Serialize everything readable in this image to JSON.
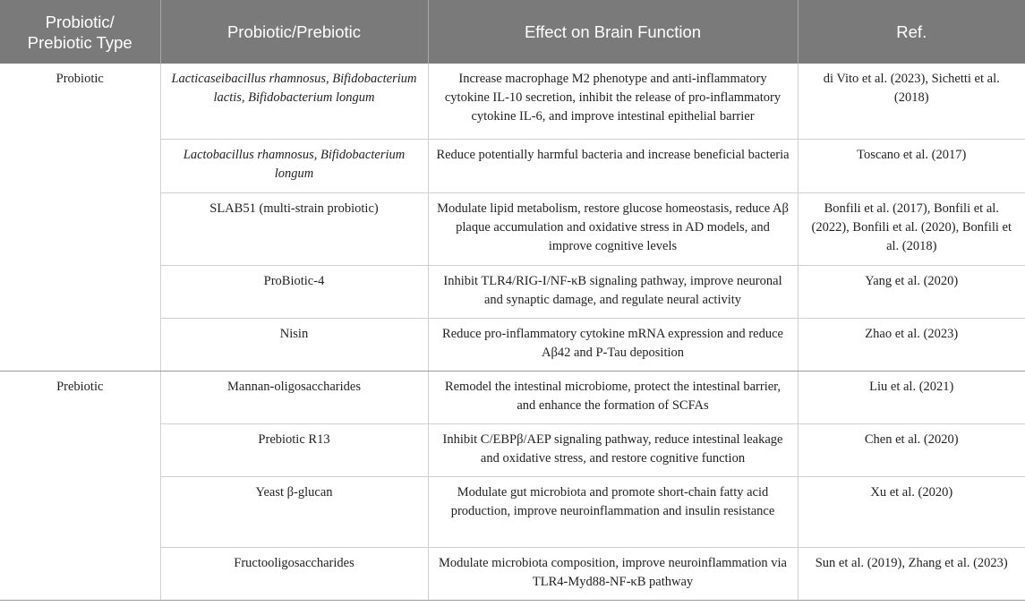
{
  "table": {
    "headers": [
      "Probiotic/\nPrebiotic Type",
      "Probiotic/Prebiotic",
      "Effect on Brain Function",
      "Ref."
    ],
    "groups": [
      {
        "type": "Probiotic",
        "rows": [
          {
            "agent": "Lacticaseibacillus rhamnosus, Bifidobacterium lactis, Bifidobacterium longum",
            "italic": true,
            "effect": "Increase macrophage M2 phenotype and anti-inflammatory cytokine IL-10 secretion, inhibit the release of pro-inflammatory cytokine IL-6, and improve intestinal epithelial barrier",
            "ref": "di Vito et al. (2023), Sichetti et al. (2018)"
          },
          {
            "agent": "Lactobacillus rhamnosus, Bifidobacterium longum",
            "italic": true,
            "effect": "Reduce potentially harmful bacteria and increase beneficial bacteria",
            "ref": "Toscano et al. (2017)"
          },
          {
            "agent": "SLAB51 (multi-strain probiotic)",
            "italic": false,
            "effect": "Modulate lipid metabolism, restore glucose homeostasis, reduce Aβ plaque accumulation and oxidative stress in AD models, and improve cognitive levels",
            "ref": "Bonfili et al. (2017), Bonfili et al. (2022), Bonfili et al. (2020), Bonfili et al. (2018)"
          },
          {
            "agent": "ProBiotic-4",
            "italic": false,
            "effect": "Inhibit TLR4/RIG-I/NF-κB signaling pathway, improve neuronal and synaptic damage, and regulate neural activity",
            "ref": "Yang et al. (2020)"
          },
          {
            "agent": "Nisin",
            "italic": false,
            "effect": "Reduce pro-inflammatory cytokine mRNA expression and reduce Aβ42 and P-Tau deposition",
            "ref": "Zhao et al. (2023)"
          }
        ]
      },
      {
        "type": "Prebiotic",
        "rows": [
          {
            "agent": "Mannan-oligosaccharides",
            "italic": false,
            "effect": "Remodel the intestinal microbiome, protect the intestinal barrier, and enhance the formation of SCFAs",
            "ref": "Liu et al. (2021)"
          },
          {
            "agent": "Prebiotic R13",
            "italic": false,
            "effect": "Inhibit C/EBPβ/AEP signaling pathway, reduce intestinal leakage and oxidative stress, and restore cognitive function",
            "ref": "Chen et al. (2020)"
          },
          {
            "agent": "Yeast β-glucan",
            "italic": false,
            "effect": "Modulate gut microbiota and promote short-chain fatty acid production, improve neuroinflammation and insulin resistance",
            "ref": "Xu et al. (2020)"
          },
          {
            "agent": "Fructooligosaccharides",
            "italic": false,
            "effect": "Modulate microbiota composition, improve neuroinflammation via TLR4-Myd88-NF-κB pathway",
            "ref": "Sun et al. (2019), Zhang et al. (2023)"
          }
        ]
      }
    ]
  }
}
